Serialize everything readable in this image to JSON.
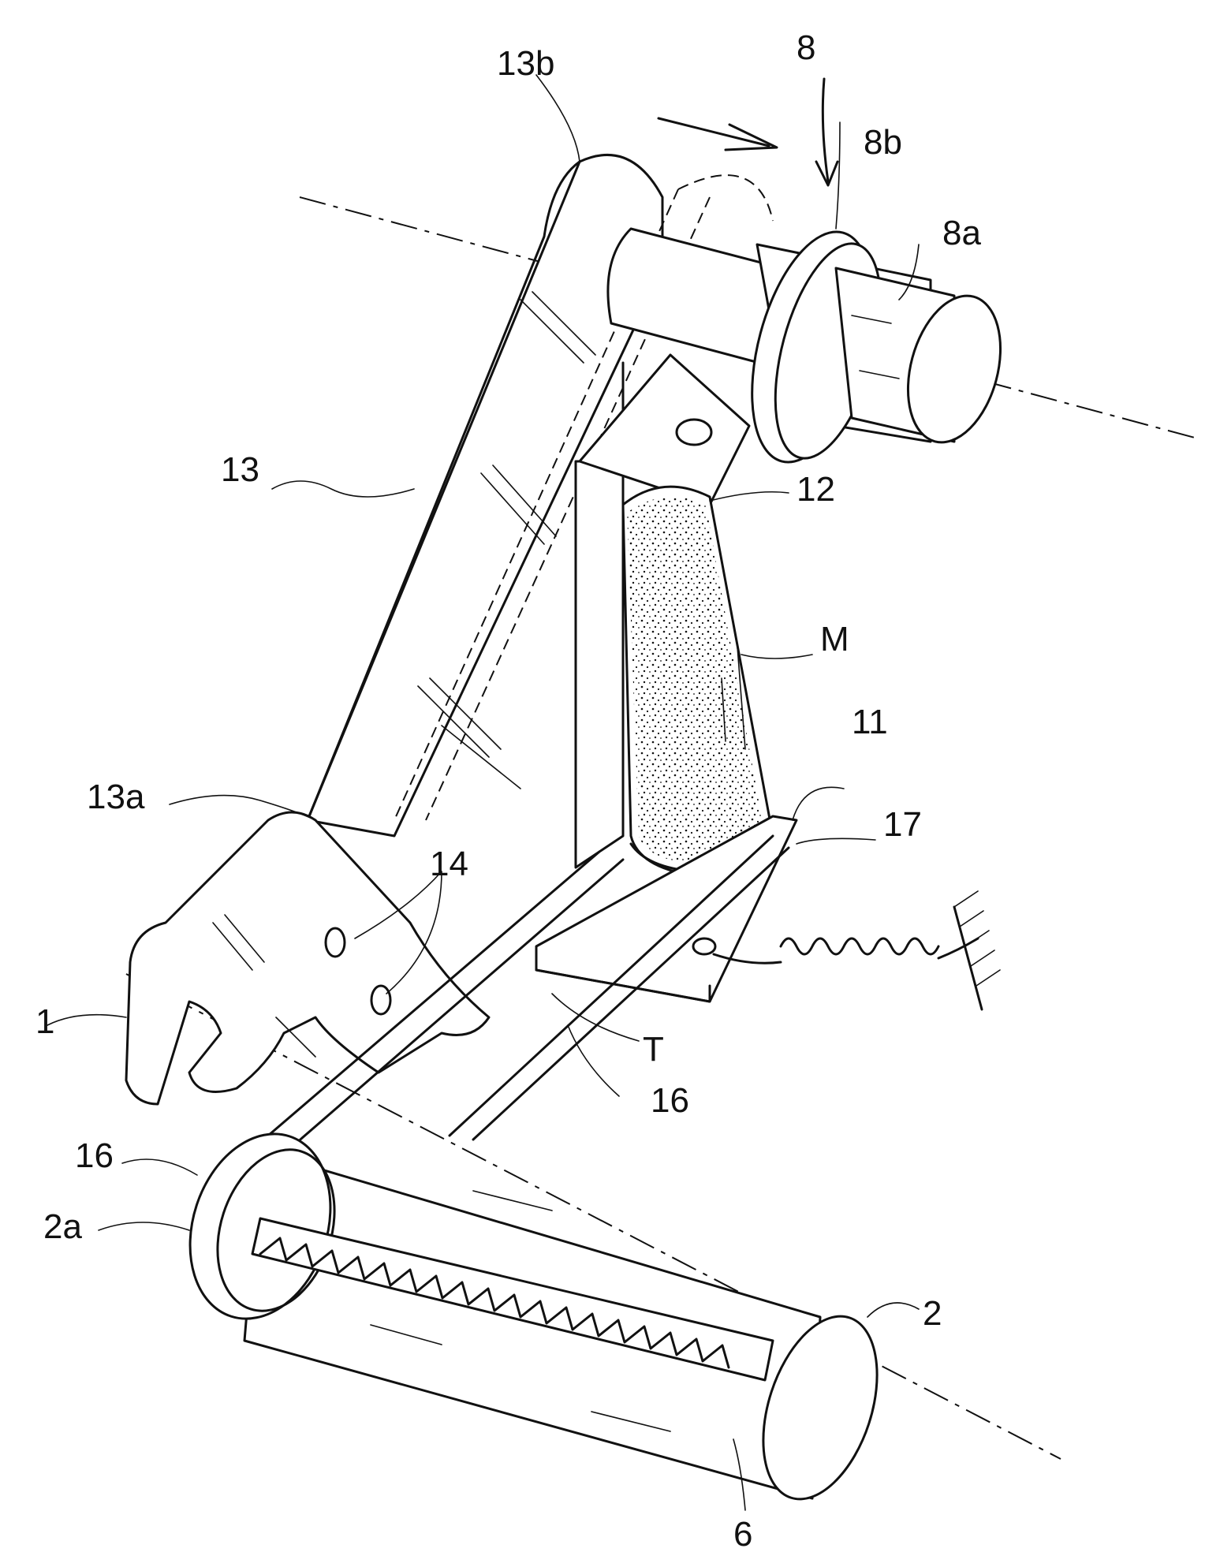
{
  "labels": {
    "l8": "8",
    "l8a": "8a",
    "l8b": "8b",
    "l13b": "13b",
    "l13": "13",
    "l12": "12",
    "lM": "M",
    "l11": "11",
    "l17": "17",
    "l13a": "13a",
    "l14": "14",
    "l1": "1",
    "lT": "T",
    "l16a": "16",
    "l16b": "16",
    "l2a": "2a",
    "l2": "2",
    "l6": "6"
  },
  "colors": {
    "ink": "#111111",
    "background": "#ffffff"
  }
}
